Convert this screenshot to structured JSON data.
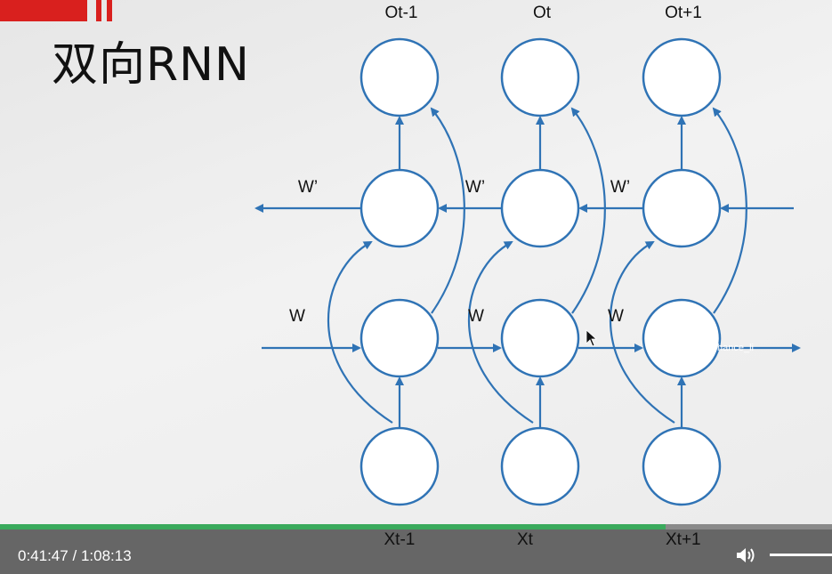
{
  "slide": {
    "title": "双向RNN",
    "accent_color": "#d9201e",
    "diagram": {
      "node_color": "#2f73b5",
      "outputs": [
        "Ot-1",
        "Ot",
        "Ot+1"
      ],
      "inputs": [
        "Xt-1",
        "Xt",
        "Xt+1"
      ],
      "backward_weight": "W’",
      "forward_weight": "W",
      "watermark": "hance_li"
    }
  },
  "player": {
    "current_time": "0:41:47",
    "separator": "/",
    "duration": "1:08:13",
    "progress_fraction": 0.8,
    "progress_color": "#3aaa5c",
    "volume_icon": "speaker-icon",
    "volume_level": 1.0
  }
}
